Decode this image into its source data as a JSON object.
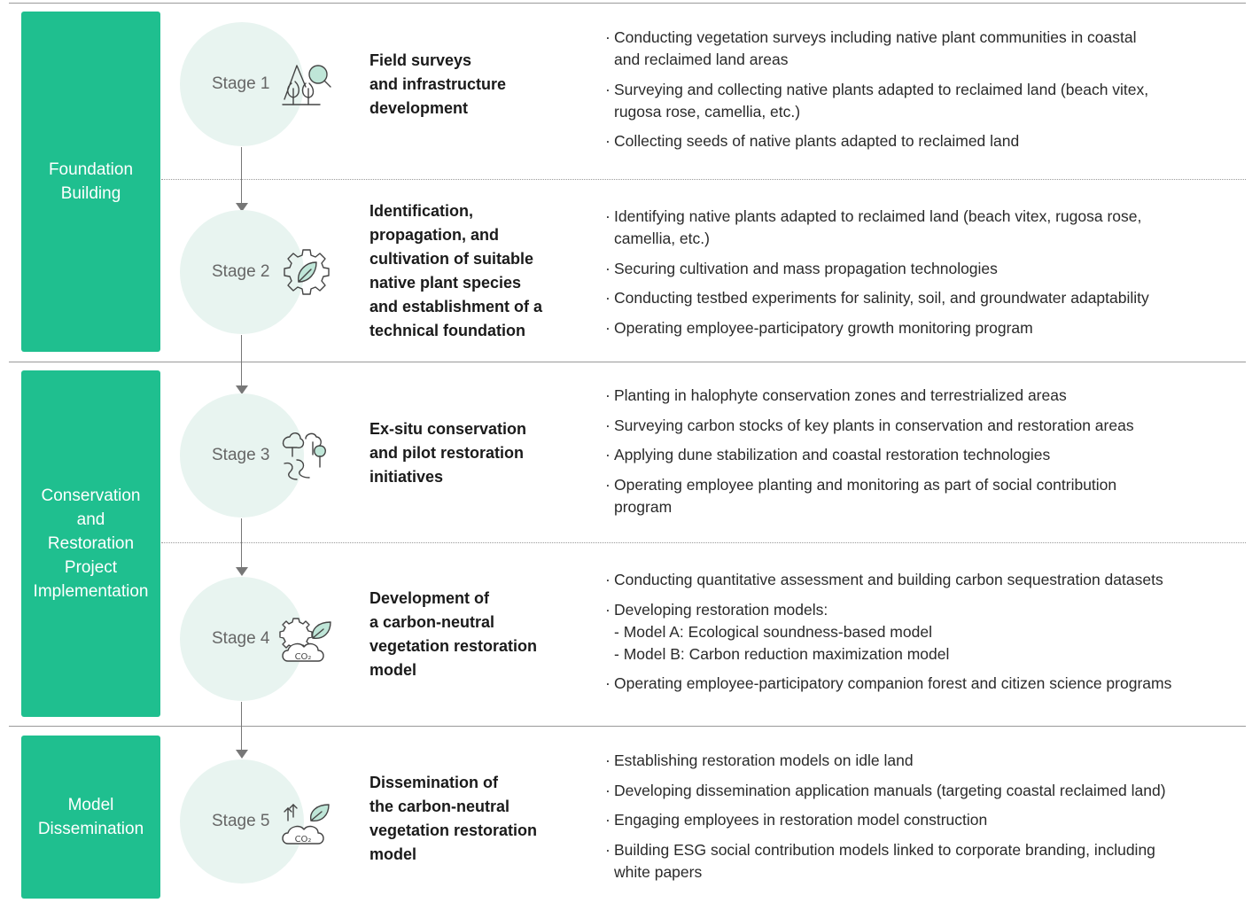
{
  "colors": {
    "phase": "#1fbf8f",
    "circle": "#e8f4f0",
    "arrow": "#777777"
  },
  "phases": [
    {
      "label": "Foundation\nBuilding"
    },
    {
      "label": "Conservation\nand\nRestoration\nProject\nImplementation"
    },
    {
      "label": "Model\nDissemination"
    }
  ],
  "stages": [
    {
      "label": "Stage 1",
      "icon": "trees-magnifier-icon",
      "title": "Field surveys\nand infrastructure\ndevelopment",
      "bullets": [
        "Conducting vegetation surveys including native plant communities in coastal\nand reclaimed land areas",
        "Surveying and collecting native plants adapted to reclaimed land (beach vitex,\nrugosa rose, camellia, etc.)",
        "Collecting seeds of native plants adapted to reclaimed land"
      ]
    },
    {
      "label": "Stage 2",
      "icon": "gear-leaf-icon",
      "title": "Identification,\npropagation, and\ncultivation of suitable\nnative plant species\nand establishment of a\ntechnical foundation",
      "bullets": [
        "Identifying native plants adapted to reclaimed land (beach vitex, rugosa rose,\ncamellia, etc.)",
        "Securing cultivation and mass propagation technologies",
        "Conducting testbed experiments for salinity, soil, and groundwater adaptability",
        "Operating employee-participatory growth monitoring program"
      ]
    },
    {
      "label": "Stage 3",
      "icon": "trees-path-icon",
      "title": "Ex-situ conservation\nand pilot restoration\ninitiatives",
      "bullets": [
        "Planting in halophyte conservation zones and terrestrialized areas",
        "Surveying carbon stocks of key plants in conservation and restoration areas",
        "Applying dune stabilization and coastal restoration technologies",
        "Operating employee planting and monitoring as part of social contribution\nprogram"
      ]
    },
    {
      "label": "Stage 4",
      "icon": "gear-co2-leaf-icon",
      "icon_text": "CO₂",
      "title": "Development of\na carbon-neutral\nvegetation restoration\nmodel",
      "bullets": [
        "Conducting quantitative assessment and building carbon sequestration datasets",
        "Developing restoration models:\n- Model A: Ecological soundness-based model\n- Model B: Carbon reduction maximization model",
        "Operating employee-participatory companion forest and citizen science programs"
      ]
    },
    {
      "label": "Stage 5",
      "icon": "co2-cloud-arrows-icon",
      "icon_text": "CO₂",
      "title": "Dissemination of\nthe carbon-neutral\nvegetation restoration\nmodel",
      "bullets": [
        "Establishing restoration models on idle land",
        "Developing dissemination application manuals (targeting coastal reclaimed land)",
        "Engaging employees in restoration model construction",
        "Building ESG social contribution models linked to corporate branding, including\nwhite papers"
      ]
    }
  ]
}
